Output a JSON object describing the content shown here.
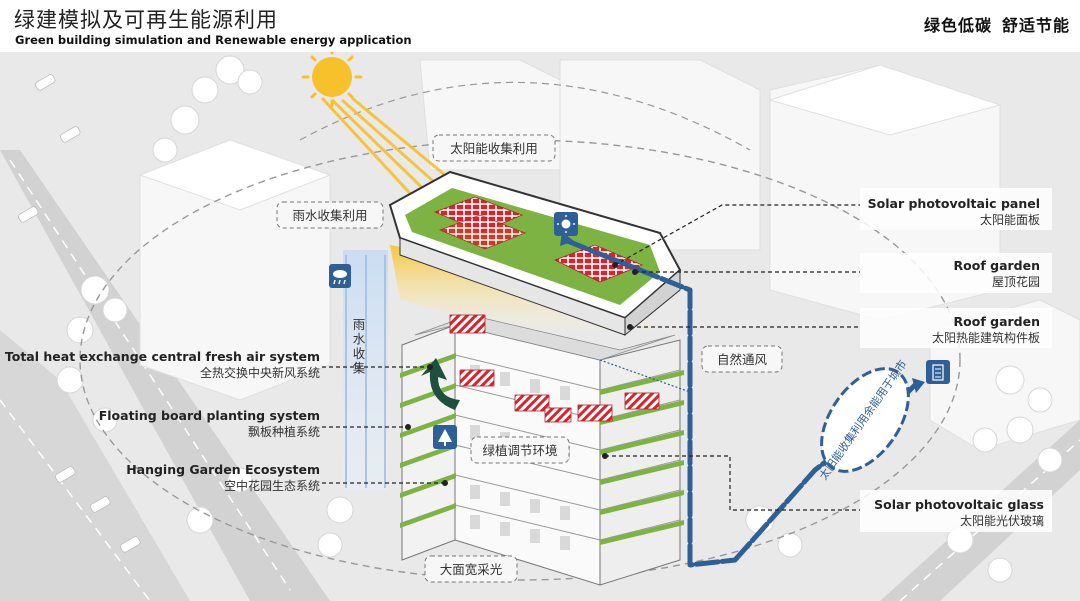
{
  "header": {
    "title": "绿建模拟及可再生能源利用",
    "subtitle": "Green building simulation and Renewable energy application",
    "slogan_1": "绿色低碳",
    "slogan_2": "舒适节能"
  },
  "tags": {
    "solar_collection": "太阳能收集利用",
    "rain_collection": "雨水收集利用",
    "rain_vertical": "雨水收集",
    "natural_ventilation": "自然通风",
    "green_regulation": "绿植调节环境",
    "daylighting": "大面宽采光",
    "surplus_energy": "太阳能收集利用余能用于城市"
  },
  "left_labels": [
    {
      "en": "Total heat exchange central fresh air system",
      "cn": "全热交换中央新风系统"
    },
    {
      "en": "Floating board planting system",
      "cn": "飘板种植系统"
    },
    {
      "en": "Hanging  Garden Ecosystem",
      "cn": "空中花园生态系统"
    }
  ],
  "right_labels": [
    {
      "en": "Solar photovoltaic panel",
      "cn": "太阳能面板"
    },
    {
      "en": "Roof garden",
      "cn": "屋顶花园"
    },
    {
      "en": "Roof garden",
      "cn": "太阳热能建筑构件板"
    },
    {
      "en": "Solar photovoltaic glass",
      "cn": "太阳能光伏玻璃"
    }
  ],
  "colors": {
    "accent_blue": "#2f5f97",
    "solar_red": "#d8252d",
    "roof_green": "#7cb342",
    "sun_yellow": "#f6c12b"
  },
  "icons": [
    "sun-icon",
    "rain-cloud-icon",
    "sunshine-icon",
    "tree-icon",
    "city-building-icon"
  ]
}
